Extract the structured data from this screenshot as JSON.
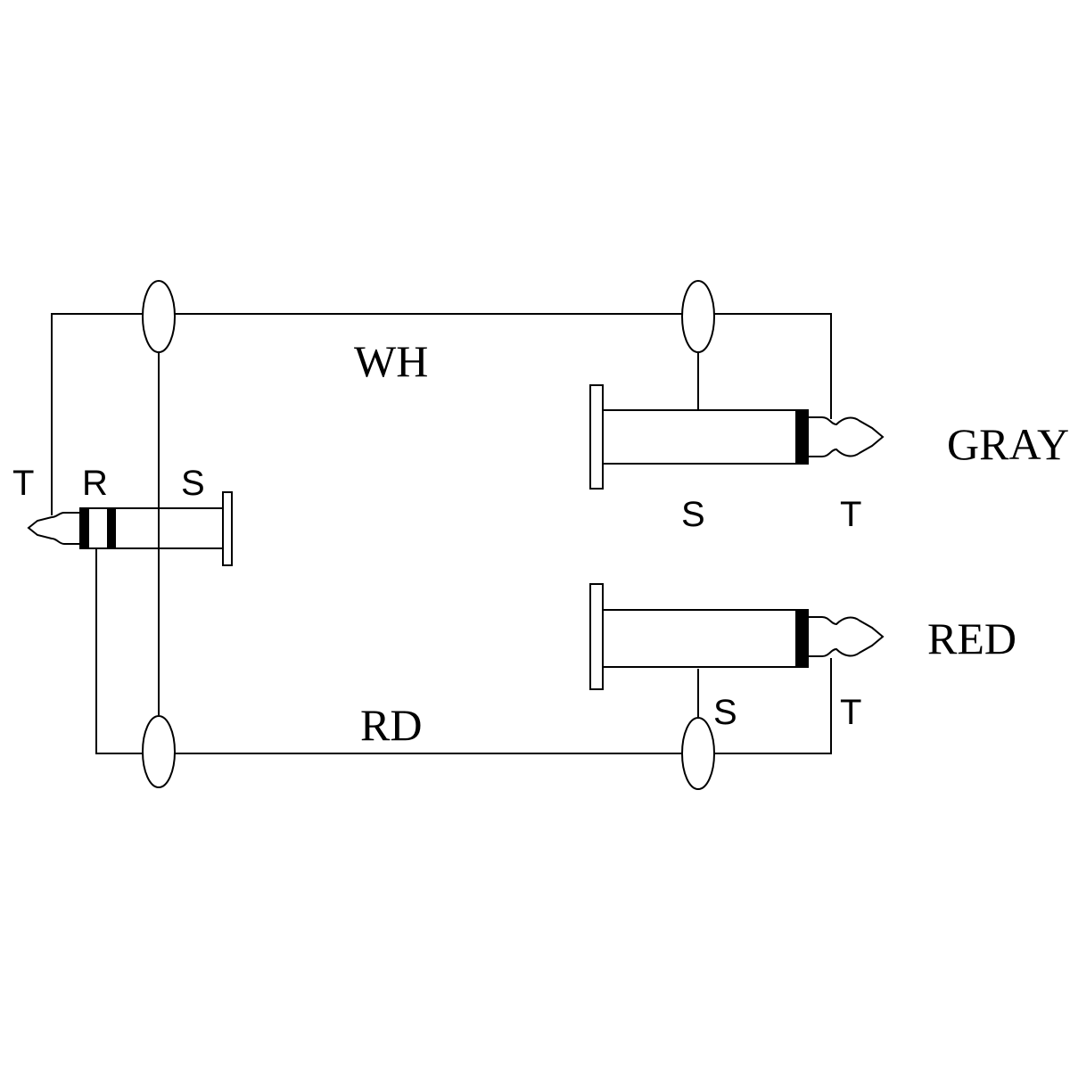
{
  "diagram": {
    "line_color": "#000000",
    "background": "#ffffff",
    "wires": {
      "top": "WH",
      "bottom": "RD"
    },
    "trs_plug": {
      "tip": "T",
      "ring": "R",
      "sleeve": "S"
    },
    "gray_plug": {
      "name": "GRAY",
      "sleeve": "S",
      "tip": "T"
    },
    "red_plug": {
      "name": "RED",
      "sleeve": "S",
      "tip": "T"
    }
  }
}
